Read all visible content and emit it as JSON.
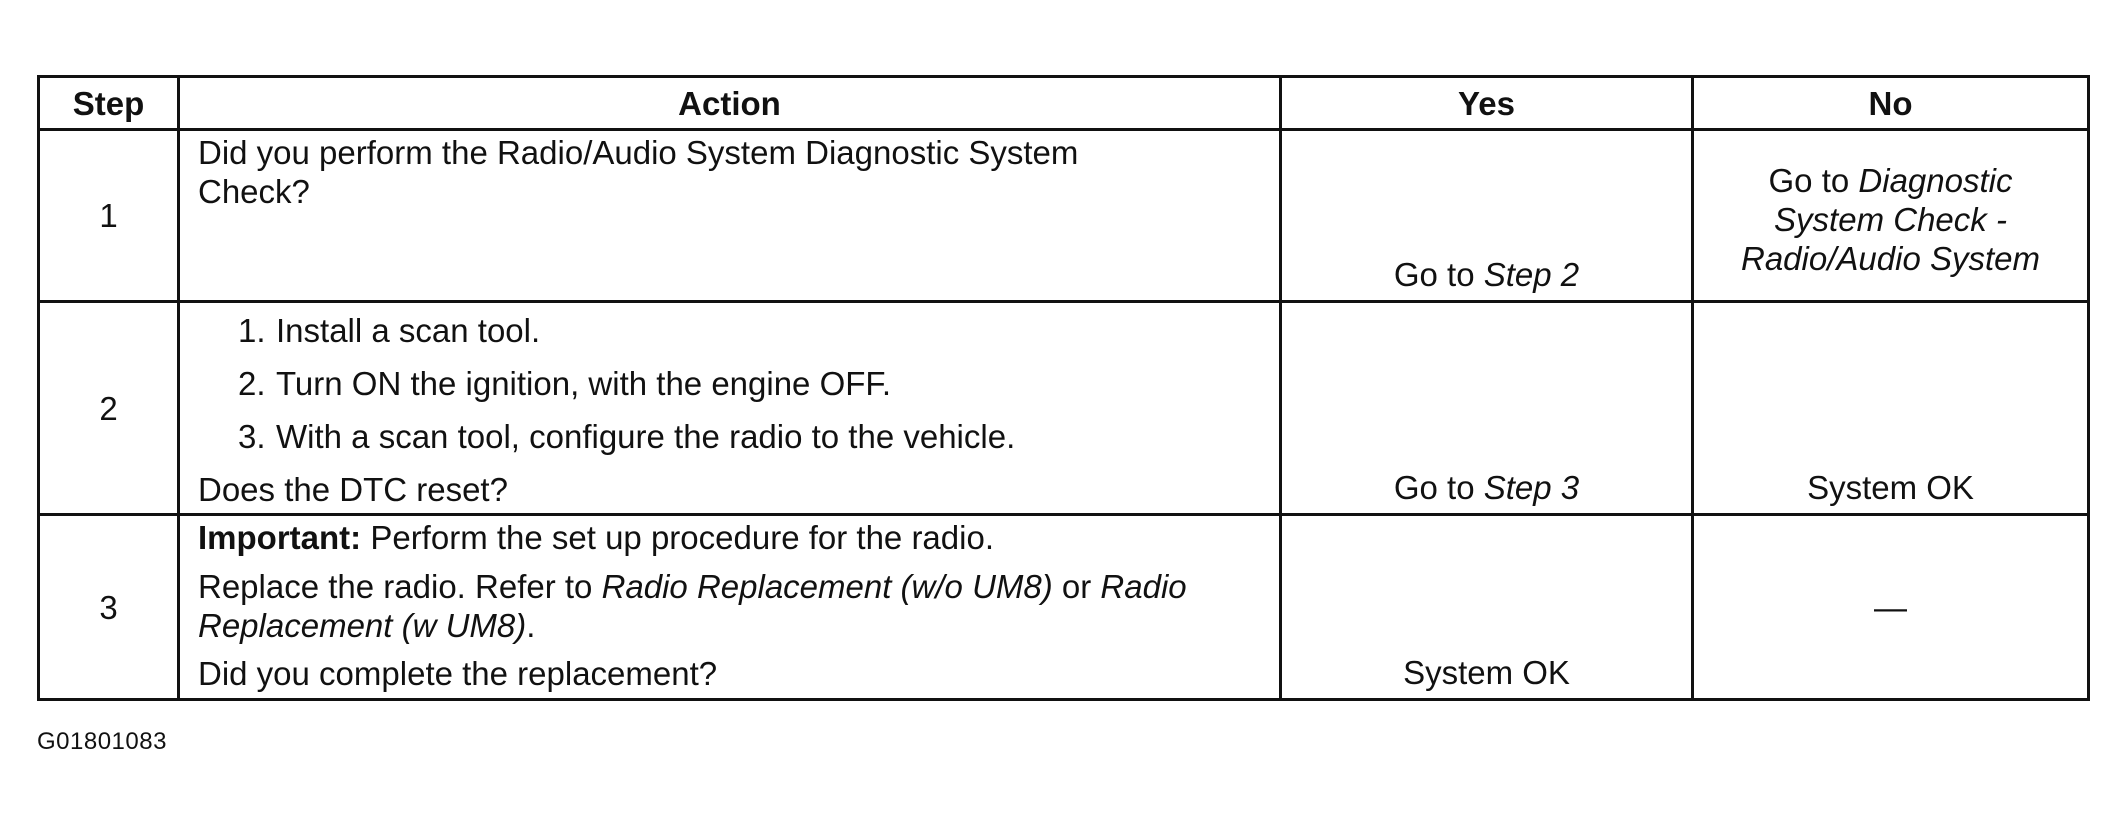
{
  "table": {
    "headers": {
      "step": "Step",
      "action": "Action",
      "yes": "Yes",
      "no": "No"
    },
    "rows": [
      {
        "step": "1",
        "action_text": "Did you perform the Radio/Audio System Diagnostic System Check?",
        "yes_prefix": "Go to ",
        "yes_link": "Step 2",
        "no_prefix": "Go to ",
        "no_link": "Diagnostic System Check - Radio/Audio System"
      },
      {
        "step": "2",
        "substeps": [
          {
            "num": "1.",
            "text": "Install a scan tool."
          },
          {
            "num": "2.",
            "text": "Turn ON the ignition, with the engine OFF."
          },
          {
            "num": "3.",
            "text": "With a scan tool, configure the radio to the vehicle."
          }
        ],
        "question": "Does the DTC reset?",
        "yes_prefix": "Go to ",
        "yes_link": "Step 3",
        "no_text": "System OK"
      },
      {
        "step": "3",
        "important_label": "Important:",
        "important_text": " Perform the set up procedure for the radio.",
        "replace_prefix": "Replace the radio. Refer to ",
        "ref1": "Radio Replacement (w/o UM8)",
        "replace_mid": " or ",
        "ref2": "Radio Replacement (w UM8)",
        "replace_suffix": ".",
        "question": "Did you complete the replacement?",
        "yes_text": "System OK",
        "no_text": "—"
      }
    ]
  },
  "figure_id": "G01801083"
}
